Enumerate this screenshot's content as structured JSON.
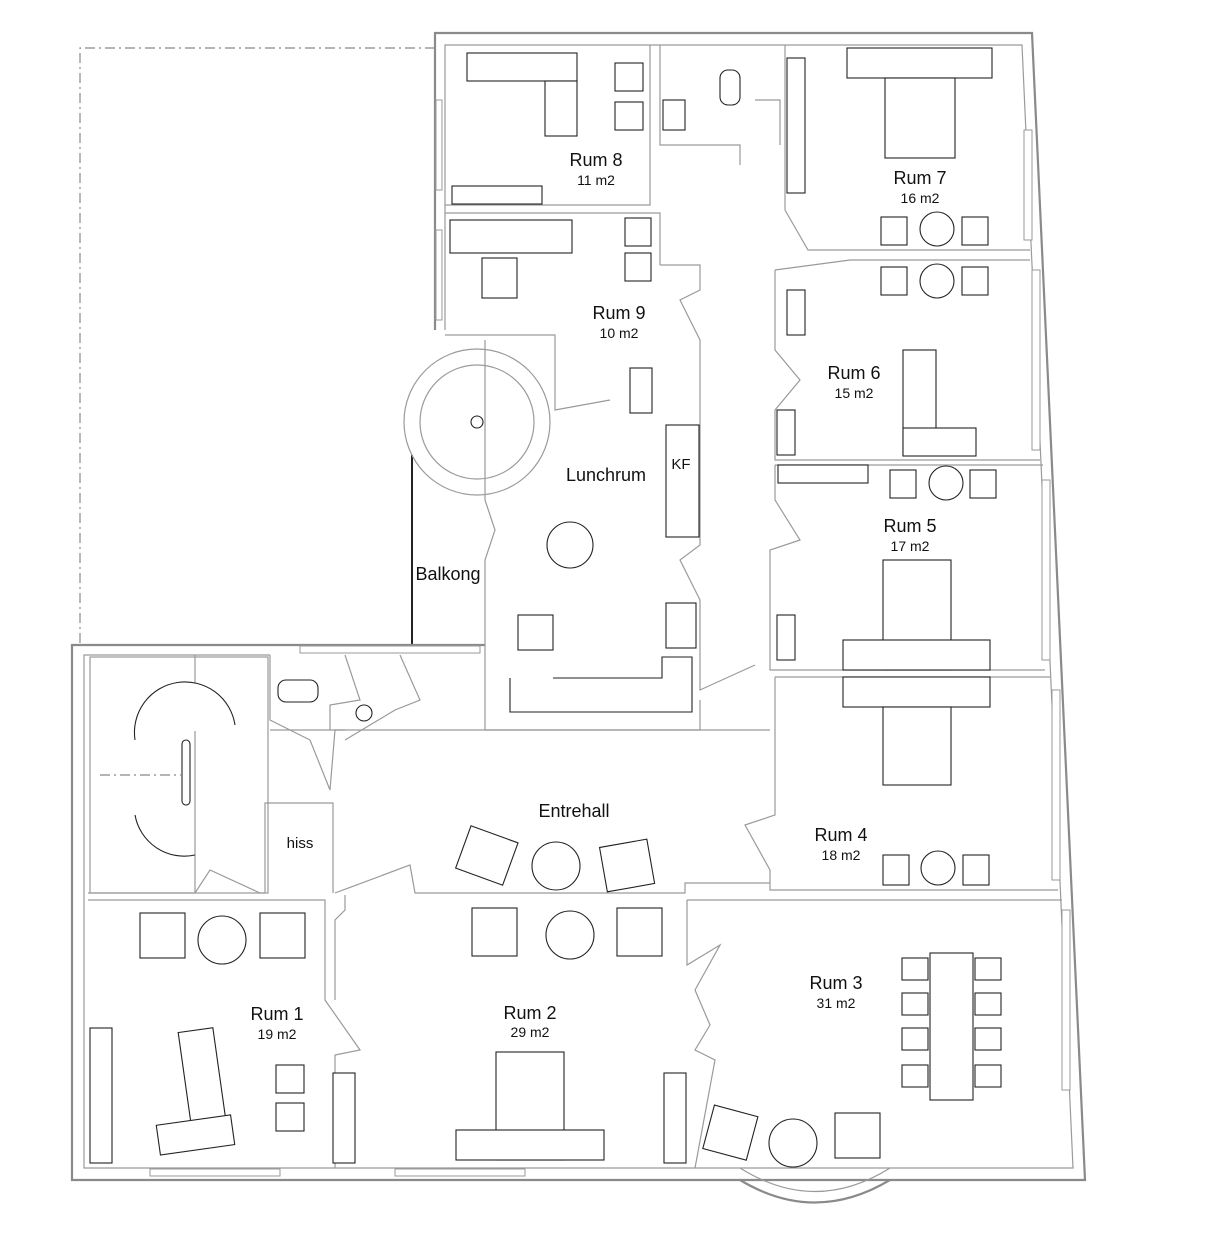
{
  "floorplan": {
    "rooms": [
      {
        "id": "rum8",
        "name": "Rum 8",
        "area": "11 m2"
      },
      {
        "id": "rum7",
        "name": "Rum 7",
        "area": "16 m2"
      },
      {
        "id": "rum9",
        "name": "Rum 9",
        "area": "10 m2"
      },
      {
        "id": "rum6",
        "name": "Rum 6",
        "area": "15 m2"
      },
      {
        "id": "rum5",
        "name": "Rum 5",
        "area": "17 m2"
      },
      {
        "id": "rum4",
        "name": "Rum 4",
        "area": "18 m2"
      },
      {
        "id": "rum3",
        "name": "Rum 3",
        "area": "31 m2"
      },
      {
        "id": "rum2",
        "name": "Rum 2",
        "area": "29 m2"
      },
      {
        "id": "rum1",
        "name": "Rum 1",
        "area": "19 m2"
      }
    ],
    "spaces": {
      "lunchroom": "Lunchrum",
      "kitchen_unit": "KF",
      "balcony": "Balkong",
      "entrance_hall": "Entrehall",
      "elevator": "hiss"
    }
  }
}
